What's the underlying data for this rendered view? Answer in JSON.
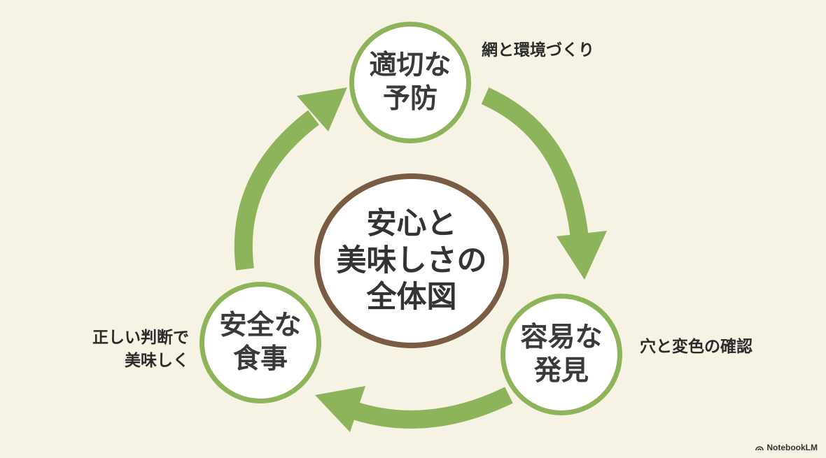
{
  "center": {
    "label": "安心と\n美味しさの\n全体図"
  },
  "nodes": {
    "top": {
      "label": "適切な\n予防",
      "caption": "網と環境づくり"
    },
    "right": {
      "label": "容易な\n発見",
      "caption": "穴と変色の確認"
    },
    "left": {
      "label": "安全な\n食事",
      "caption": "正しい判断で\n美味しく"
    }
  },
  "watermark": {
    "text": "NotebookLM"
  },
  "colors": {
    "background": "#f6f2e4",
    "cycle_green": "#8db45a",
    "center_brown": "#7a5c45"
  }
}
